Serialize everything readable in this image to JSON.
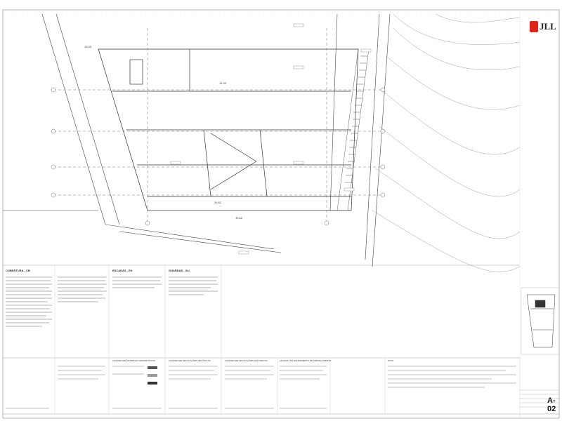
{
  "brand": {
    "logo_text": "JLL",
    "accent": "#e2231a"
  },
  "sheet_code": "A-02",
  "sections": [
    {
      "key": "cobertura",
      "title": "COBERTURA - CB"
    },
    {
      "key": "esc",
      "title": "ESCADAS - EX"
    },
    {
      "key": "guardas",
      "title": "GUARDAS - GU"
    }
  ],
  "legend_headings": [
    "LEGENDA DE MATERIAIS CONSTRUTIVOS",
    "LEGENDA DE INSTALAÇÕES MECÂNICAS",
    "LEGENDA DE INSTALAÇÕES ELÉCTRICAS",
    "LEGENDA DE EQUIPAMENTO DE ABASTECIMENTO",
    "NOTA"
  ],
  "dimension_labels": [
    "19.43",
    "12.00",
    "16.82",
    "19.62"
  ]
}
